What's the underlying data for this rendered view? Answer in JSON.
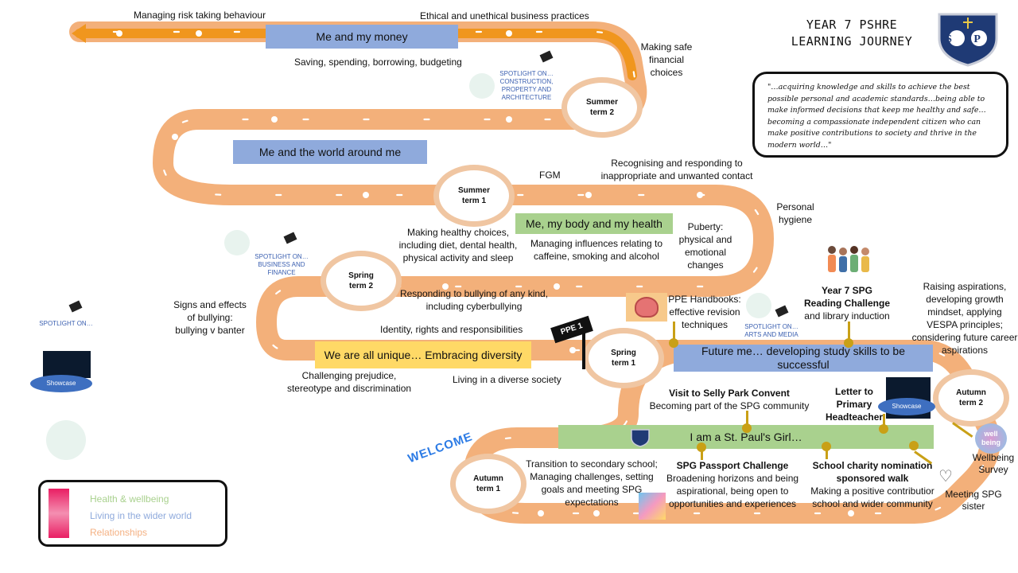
{
  "header": {
    "title_line1": "YEAR 7 PSHRE",
    "title_line2": "LEARNING JOURNEY",
    "crest_letters": "S P"
  },
  "quote": "\"…acquiring knowledge and skills to achieve the best possible personal and academic standards…being able to make informed decisions that keep me healthy and safe… becoming a compassionate independent citizen who can make positive contributions to society and thrive in the modern world…\"",
  "colors": {
    "health": "#a9d18e",
    "wider_world": "#8faadc",
    "relationships": "#f4b183",
    "road": "#f3b07a",
    "road_top": "#f0961e",
    "pin": "#c9a016"
  },
  "legend": {
    "health": "Health & wellbeing",
    "wider": "Living in the wider world",
    "relationships": "Relationships"
  },
  "terms": {
    "autumn1": "Autumn term 1",
    "autumn2": "Autumn term 2",
    "spring1": "Spring term 1",
    "spring2": "Spring term 2",
    "summer1": "Summer term 1",
    "summer2": "Summer term 2"
  },
  "bands": {
    "money": "Me and my money",
    "world": "Me and the world around me",
    "body": "Me, my body and my health",
    "unique": "We are all unique… Embracing diversity",
    "future": "Future me… developing study skills to be successful",
    "stpauls": "I am a St. Paul's Girl…"
  },
  "labels": {
    "risk": "Managing risk taking behaviour",
    "ethical": "Ethical and unethical business practices",
    "saving": "Saving, spending, borrowing, budgeting",
    "safe_fin": "Making safe financial choices",
    "fgm": "FGM",
    "recognising": "Recognising and responding to inappropriate and unwanted contact",
    "hygiene": "Personal hygiene",
    "healthy_choices": "Making healthy choices, including diet, dental health, physical activity and sleep",
    "influences": "Managing influences relating to caffeine, smoking and alcohol",
    "puberty": "Puberty: physical and emotional changes",
    "bullying_resp": "Responding to bullying of any kind, including cyberbullying",
    "signs": "Signs and effects of bullying: bullying v banter",
    "identity": "Identity, rights and responsibilities",
    "prejudice": "Challenging prejudice, stereotype and discrimination",
    "diverse": "Living in a diverse society",
    "ppe_sign": "PPE 1",
    "ppe_handbooks": "PPE Handbooks: effective revision techniques",
    "reading_title": "Year 7 SPG Reading Challenge",
    "reading_sub": "and library induction",
    "aspirations": "Raising aspirations, developing growth mindset, applying VESPA principles; considering future career aspirations",
    "selly_title": "Visit to Selly Park Convent",
    "selly_sub": "Becoming part of the SPG community",
    "letter": "Letter to Primary Headteacher",
    "transition": "Transition to secondary school; Managing challenges, setting goals and meeting SPG expectations",
    "passport_title": "SPG Passport Challenge",
    "passport_sub": "Broadening horizons and being aspirational, being open to opportunities and experiences",
    "charity_title": "School charity nomination sponsored walk",
    "charity_sub": "Making a positive contributior school and wider community",
    "sister": "Meeting SPG sister",
    "wellbeing": "Wellbeing Survey",
    "welcome": "WELCOME"
  },
  "spotlights": {
    "construction": "SPOTLIGHT ON… CONSTRUCTION, PROPERTY AND ARCHITECTURE",
    "business": "SPOTLIGHT ON… BUSINESS AND FINANCE",
    "arts": "SPOTLIGHT ON… ARTS AND MEDIA",
    "generic": "SPOTLIGHT ON…"
  },
  "showcase": "Showcase",
  "wellbeing_badge": "well being"
}
